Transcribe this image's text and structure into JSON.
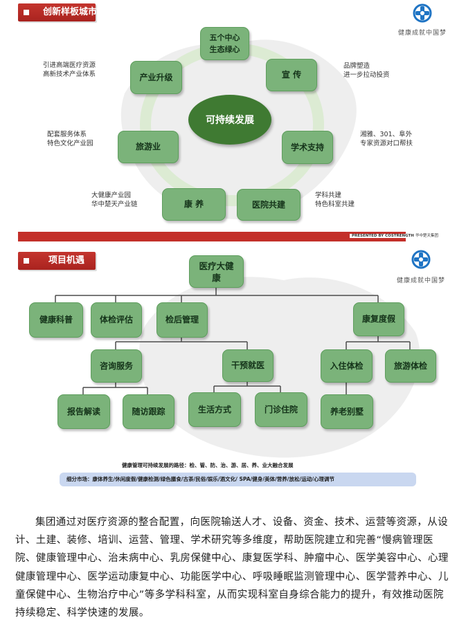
{
  "section1": {
    "tag": "创新样板城市",
    "logo_caption": "健康成就中国梦",
    "center": "可持续发展",
    "nodes": {
      "top": "五个中心\n生态绿心",
      "publicity": "宣 传",
      "academic": "学术支持",
      "hospital": "医院共建",
      "kangyang": "康 养",
      "tourism": "旅游业",
      "industry": "产业升级"
    },
    "notes": {
      "industry": [
        "引进高端医疗资源",
        "高新技术产业体系"
      ],
      "publicity": [
        "品牌塑造",
        "进一步拉动投资"
      ],
      "tourism": [
        "配套服务体系",
        "特色文化产业园"
      ],
      "academic": [
        "湘雅、301、阜外",
        "专家资源对口帮扶"
      ],
      "kangyang": [
        "大健康产业园",
        "华中楚天产业链"
      ],
      "hospital": [
        "学科共建",
        "特色科室共建"
      ]
    },
    "bar_text": "PRESENTED BY COSTRENGTH",
    "bar_logo": "华中楚天集团"
  },
  "section2": {
    "tag": "项目机遇",
    "logo_caption": "健康成就中国梦",
    "root": "医疗大健\n康",
    "level1": [
      "健康科普",
      "体检评估",
      "检后管理",
      "康复度假"
    ],
    "level2": [
      "咨询服务",
      "干预就医",
      "入住体检",
      "旅游体检"
    ],
    "level3": [
      "报告解读",
      "随访跟踪",
      "生活方式",
      "门诊住院",
      "养老别墅"
    ],
    "path_line": "健康管理可持续发展的路径：检、管、防、治、游、居、养、业大融合发展",
    "market": "细分市场：康体养生/休闲度假/健康检测/绿色膳食/古茶/民俗/娱乐/酒文化/ SPA/健身/美体/营养/放松/运动/心理调节"
  },
  "paragraph": "集团通过对医疗资源的整合配置，向医院输送人才、设备、资金、技术、运营等资源，从设计、土建、装修、培训、运营、管理、学术研究等多维度，帮助医院建立和完善“慢病管理医院、健康管理中心、治未病中心、乳房保健中心、康复医学科、肿瘤中心、医学美容中心、心理健康管理中心、医学运动康复中心、功能医学中心、呼吸睡眠监测管理中心、医学营养中心、儿童保健中心、生物治疗中心”等多学科科室，从而实现科室自身综合能力的提升，有效推动医院持续稳定、科学快速的发展。",
  "colors": {
    "tag_red": "#b72a25",
    "box_green": "#7bb37a",
    "center_green": "#3f7a32",
    "market_blue": "#c9d7f0",
    "logo_blue": "#1f74c4"
  }
}
